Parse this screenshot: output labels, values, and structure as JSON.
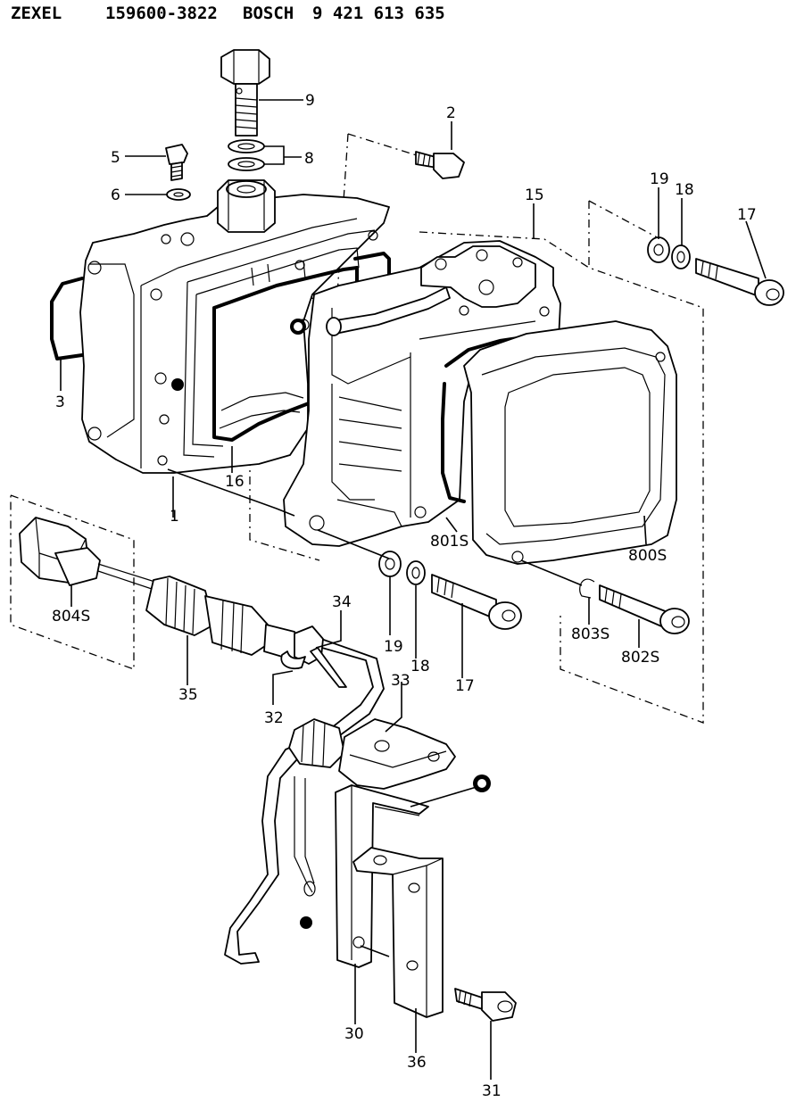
{
  "header": {
    "brand1": "ZEXEL",
    "code1": "159600-3822",
    "brand2": "BOSCH",
    "code2": "9 421 613 635"
  },
  "callouts": {
    "p1": "1",
    "p2": "2",
    "p3": "3",
    "p5": "5",
    "p6": "6",
    "p8": "8",
    "p9": "9",
    "p15": "15",
    "p16": "16",
    "p17a": "17",
    "p18a": "18",
    "p19a": "19",
    "p17b": "17",
    "p18b": "18",
    "p19b": "19",
    "p30": "30",
    "p31": "31",
    "p32": "32",
    "p33": "33",
    "p34": "34",
    "p35": "35",
    "p36": "36",
    "p800s": "800S",
    "p801s": "801S",
    "p802s": "802S",
    "p803s": "803S",
    "p804s": "804S"
  }
}
